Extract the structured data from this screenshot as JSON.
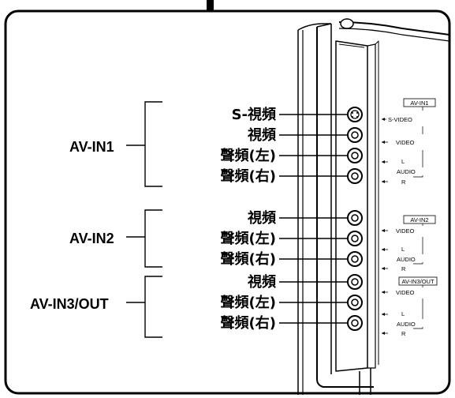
{
  "groups": [
    {
      "name": "AV-IN1",
      "ports": [
        "S-視頻",
        "視頻",
        "聲頻(左)",
        "聲頻(右)"
      ],
      "side_box": "AV-IN1",
      "side_labels": [
        "S-VIDEO",
        "VIDEO",
        "L",
        "AUDIO",
        "R"
      ]
    },
    {
      "name": "AV-IN2",
      "ports": [
        "視頻",
        "聲頻(左)",
        "聲頻(右)"
      ],
      "side_box": "AV-IN2",
      "side_labels": [
        "VIDEO",
        "L",
        "AUDIO",
        "R"
      ]
    },
    {
      "name": "AV-IN3/OUT",
      "ports": [
        "視頻",
        "聲頻(左)",
        "聲頻(右)"
      ],
      "side_box": "AV-IN3/OUT",
      "side_labels": [
        "VIDEO",
        "L",
        "AUDIO",
        "R"
      ]
    }
  ]
}
